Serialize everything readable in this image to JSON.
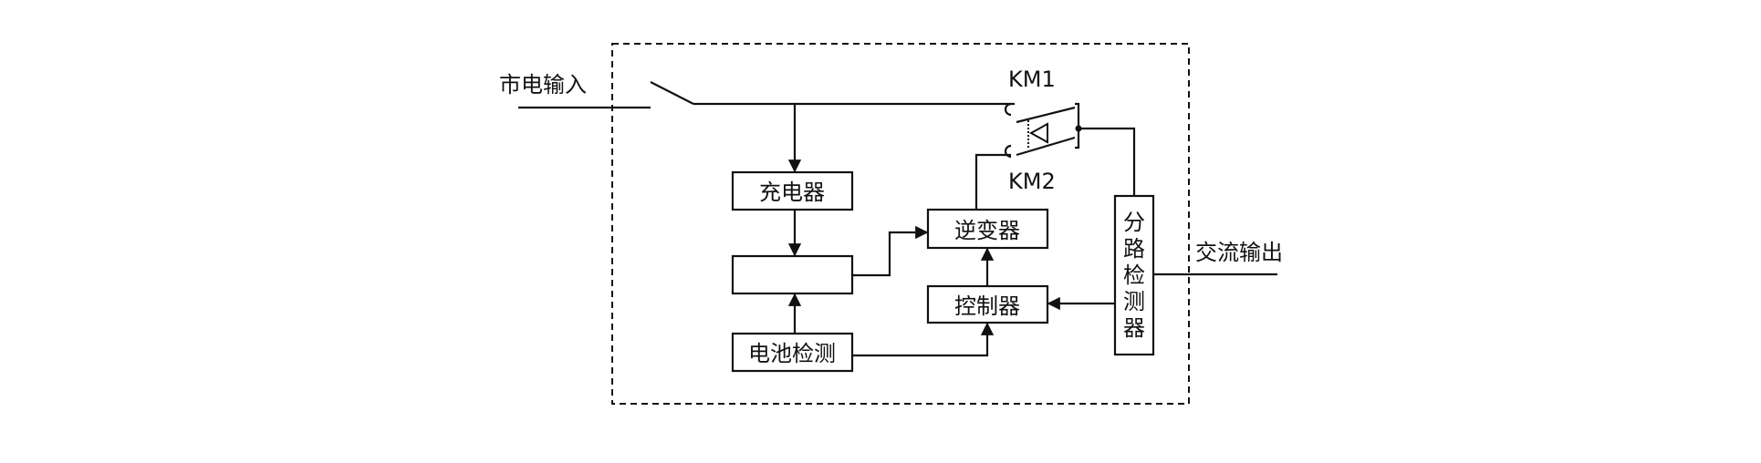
{
  "labels": {
    "mains_input": "市电输入",
    "ac_output": "交流输出",
    "km1": "KM1",
    "km2": "KM2"
  },
  "blocks": {
    "charger": "充电器",
    "battery": "",
    "battery_detection": "电池检测",
    "inverter": "逆变器",
    "controller": "控制器",
    "branch_detector": [
      "分",
      "路",
      "检",
      "测",
      "器"
    ]
  }
}
